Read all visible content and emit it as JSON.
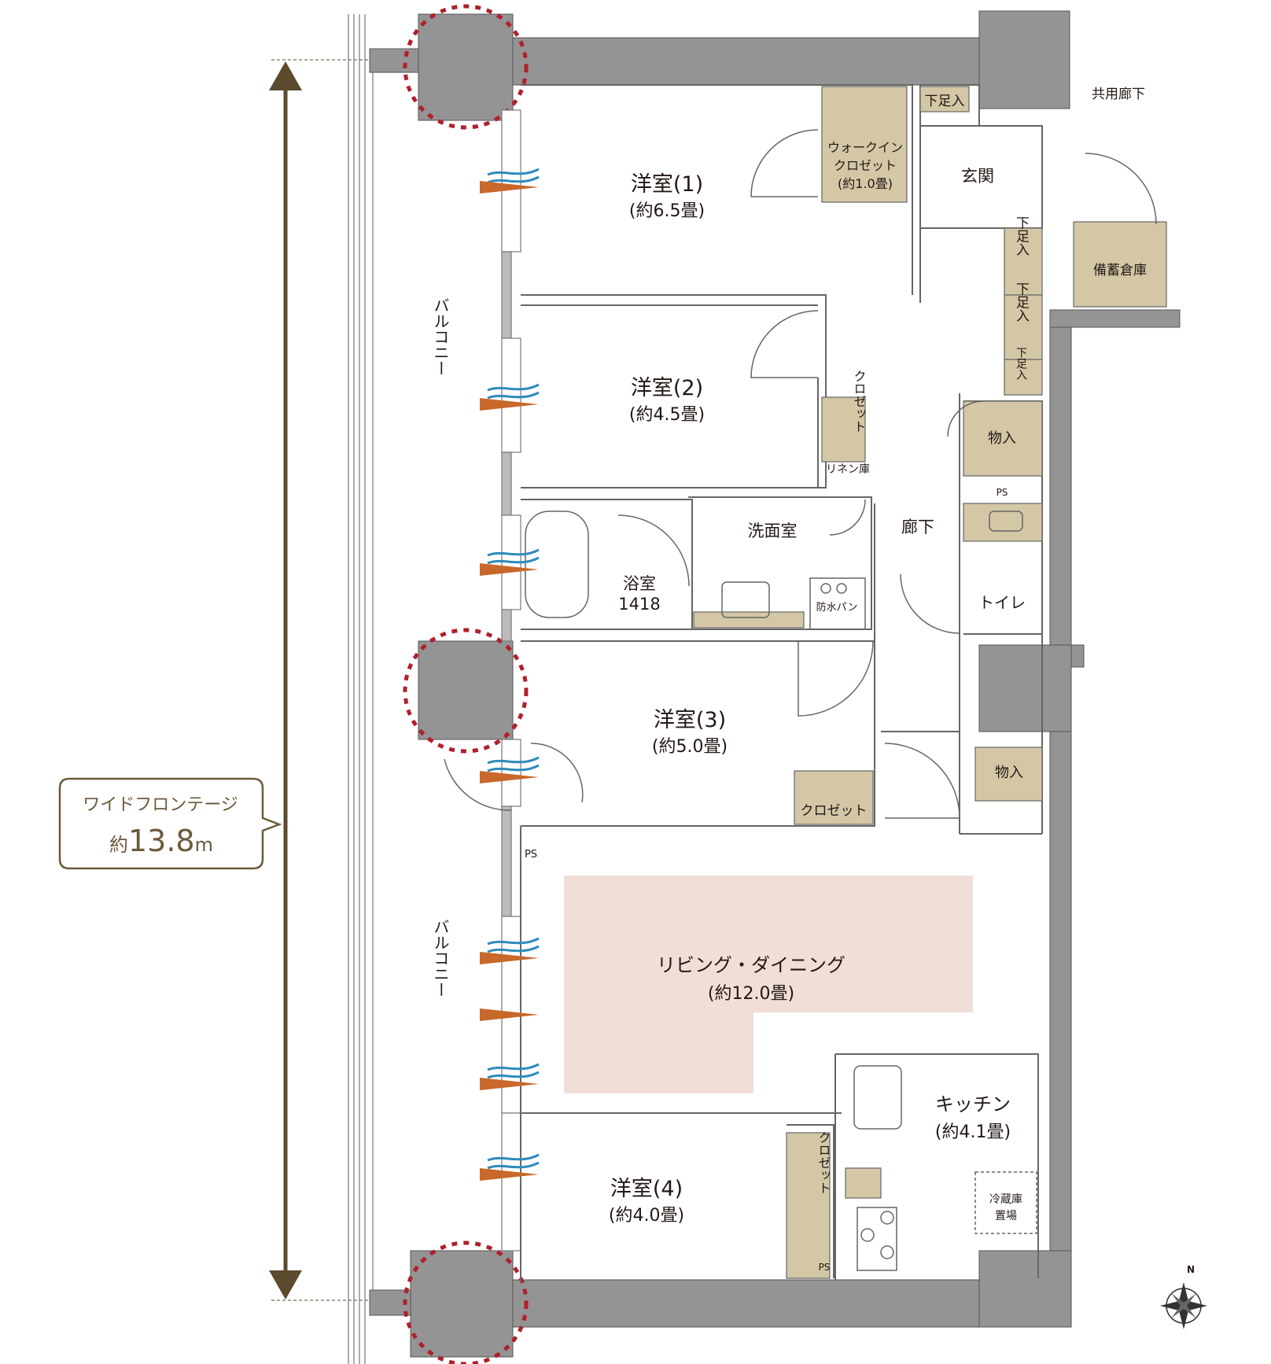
{
  "labels": {
    "corridor_common": "共用廊下",
    "bed1": "洋室(1)",
    "bed1_size": "(約6.5畳)",
    "bed2": "洋室(2)",
    "bed2_size": "(約4.5畳)",
    "bed3": "洋室(3)",
    "bed3_size": "(約5.0畳)",
    "bed4": "洋室(4)",
    "bed4_size": "(約4.0畳)",
    "wic1": "ウォークイン",
    "wic2": "クロゼット",
    "wic3": "(約1.0畳)",
    "entrance": "玄関",
    "shoes": "下足入",
    "storage": "備蓄倉庫",
    "closet": "クロゼット",
    "linen": "リネン庫",
    "items": "物入",
    "ps": "PS",
    "washroom": "洗面室",
    "hall": "廊下",
    "bath": "浴室",
    "bath_code": "1418",
    "waterproof_pan": "防水パン",
    "toilet": "トイレ",
    "balcony": "バルコニー",
    "living": "リビング・ダイニング",
    "living_size": "(約12.0畳)",
    "kitchen": "キッチン",
    "kitchen_size": "(約4.1畳)",
    "fridge1": "冷蔵庫",
    "fridge2": "置場",
    "frontage_title": "ワイドフロンテージ",
    "frontage_prefix": "約",
    "frontage_value": "13.8",
    "frontage_unit": "m",
    "north": "N"
  },
  "colors": {
    "wall": "#949494",
    "storage": "#d3c7a6",
    "living": "#f0ded7",
    "callout": "#6b5a3b",
    "pillar_ring": "#b0202a",
    "arrow": "#5c4a2e",
    "breeze_blue": "#2f8bbd",
    "breeze_orange": "#c8682a"
  }
}
